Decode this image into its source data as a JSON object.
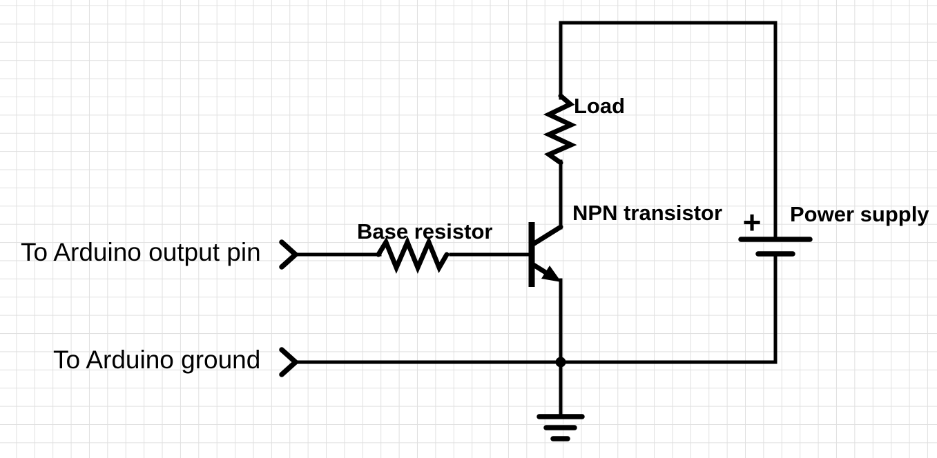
{
  "canvas": {
    "background_color": "#ffffff",
    "grid_color": "#e0e0e0",
    "line_color": "#000000"
  },
  "labels": {
    "output_pin": "To Arduino output pin",
    "ground_pin": "To Arduino ground",
    "base_resistor": "Base resistor",
    "transistor": "NPN transistor",
    "load": "Load",
    "power_supply": "Power supply",
    "battery_polarity": "+"
  },
  "components": [
    {
      "name": "input-terminal-output",
      "label": "To Arduino output pin",
      "symbol": "open-arrow-terminal"
    },
    {
      "name": "input-terminal-ground",
      "label": "To Arduino ground",
      "symbol": "open-arrow-terminal"
    },
    {
      "name": "base-resistor",
      "label": "Base resistor",
      "symbol": "zigzag-resistor-horizontal"
    },
    {
      "name": "npn-transistor",
      "label": "NPN transistor",
      "symbol": "bjt-npn"
    },
    {
      "name": "load-resistor",
      "label": "Load",
      "symbol": "zigzag-resistor-vertical"
    },
    {
      "name": "power-supply",
      "label": "Power supply",
      "symbol": "battery-cell",
      "polarity_mark": "+"
    },
    {
      "name": "earth-ground",
      "label": "",
      "symbol": "ground-three-bars"
    }
  ]
}
